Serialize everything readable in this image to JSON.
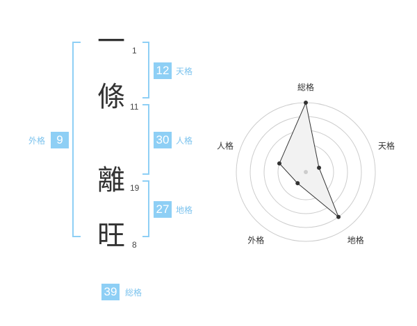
{
  "colors": {
    "accent": "#8ecff5",
    "accent_text": "#7cc3ee",
    "kanji": "#333333",
    "radar_grid": "#cccccc",
    "radar_fill": "#f2f2f2",
    "radar_line": "#333333"
  },
  "name": {
    "characters": [
      {
        "char": "一",
        "strokes": "1"
      },
      {
        "char": "條",
        "strokes": "11"
      },
      {
        "char": "離",
        "strokes": "19"
      },
      {
        "char": "旺",
        "strokes": "8"
      }
    ]
  },
  "fortune": {
    "tenkaku": {
      "value": "12",
      "label": "天格"
    },
    "jinkaku": {
      "value": "30",
      "label": "人格"
    },
    "chikaku": {
      "value": "27",
      "label": "地格"
    },
    "gaikaku": {
      "value": "9",
      "label": "外格"
    },
    "soukaku": {
      "value": "39",
      "label": "総格"
    }
  },
  "radar": {
    "axes": [
      "総格",
      "天格",
      "地格",
      "外格",
      "人格"
    ],
    "values": [
      5,
      1,
      4,
      1,
      2
    ],
    "max": 5
  }
}
